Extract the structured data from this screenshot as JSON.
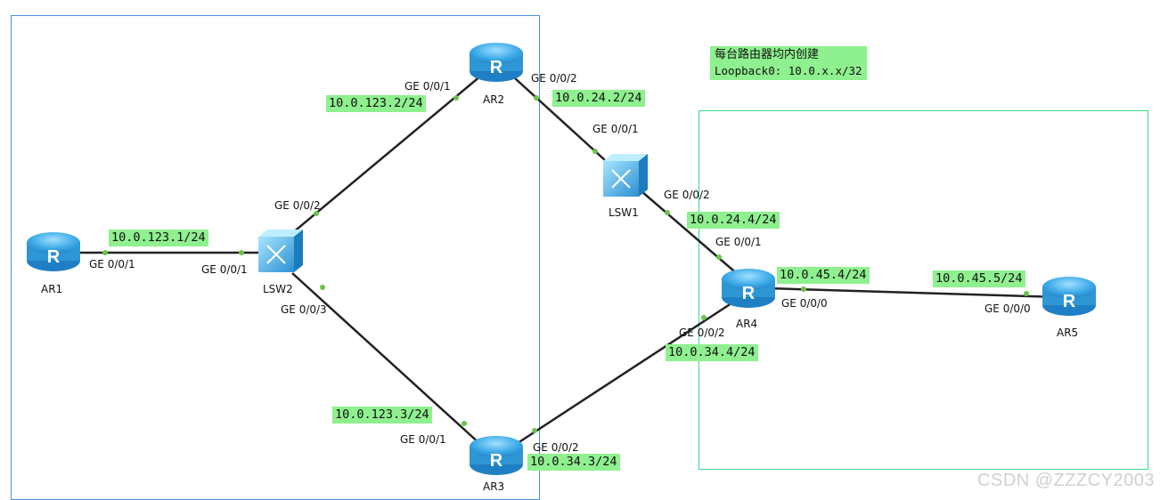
{
  "note": {
    "line1": "每台路由器均内创建",
    "line2": "Loopback0: 10.0.x.x/32"
  },
  "devices": {
    "ar1": {
      "name": "AR1",
      "type": "router"
    },
    "ar2": {
      "name": "AR2",
      "type": "router"
    },
    "ar3": {
      "name": "AR3",
      "type": "router"
    },
    "ar4": {
      "name": "AR4",
      "type": "router"
    },
    "ar5": {
      "name": "AR5",
      "type": "router"
    },
    "lsw1": {
      "name": "LSW1",
      "type": "switch"
    },
    "lsw2": {
      "name": "LSW2",
      "type": "switch"
    }
  },
  "ports": {
    "ar1_g001": "GE 0/0/1",
    "lsw2_g001": "GE 0/0/1",
    "lsw2_g002": "GE 0/0/2",
    "lsw2_g003": "GE 0/0/3",
    "ar2_g001": "GE 0/0/1",
    "ar2_g002": "GE 0/0/2",
    "lsw1_g001": "GE 0/0/1",
    "lsw1_g002": "GE 0/0/2",
    "ar3_g001": "GE 0/0/1",
    "ar3_g002": "GE 0/0/2",
    "ar4_g001": "GE 0/0/1",
    "ar4_g002": "GE 0/0/2",
    "ar4_g000": "GE 0/0/0",
    "ar5_g000": "GE 0/0/0"
  },
  "ips": {
    "ar1": "10.0.123.1/24",
    "ar2_lan": "10.0.123.2/24",
    "ar3_lan": "10.0.123.3/24",
    "ar2_wan": "10.0.24.2/24",
    "ar4_to_ar2": "10.0.24.4/24",
    "ar4_to_ar3": "10.0.34.4/24",
    "ar3_wan": "10.0.34.3/24",
    "ar4_to_ar5": "10.0.45.4/24",
    "ar5": "10.0.45.5/24"
  },
  "links": [
    {
      "from": "AR1",
      "to": "LSW2"
    },
    {
      "from": "LSW2",
      "to": "AR2"
    },
    {
      "from": "LSW2",
      "to": "AR3"
    },
    {
      "from": "AR2",
      "to": "LSW1"
    },
    {
      "from": "LSW1",
      "to": "AR4"
    },
    {
      "from": "AR3",
      "to": "AR4"
    },
    {
      "from": "AR4",
      "to": "AR5"
    }
  ],
  "areas": [
    {
      "name": "blue-area",
      "color": "#4a90e2"
    },
    {
      "name": "green-area",
      "color": "#39d98a"
    }
  ],
  "colors": {
    "ip_label_bg": "#8ff08f",
    "link": "#222222",
    "port_dot": "#6cc24a"
  },
  "watermark": "CSDN @ZZZCY2003"
}
